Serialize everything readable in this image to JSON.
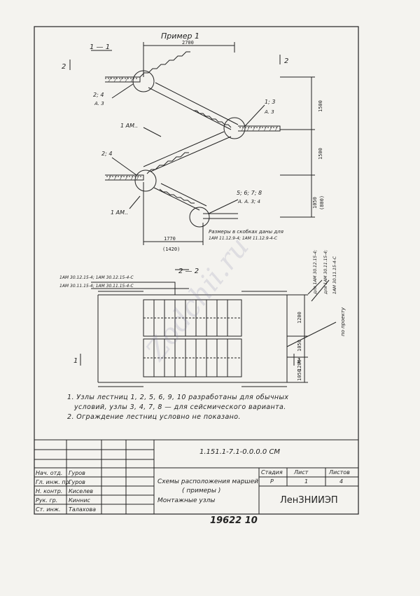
{
  "drawing": {
    "title": "Пример 1",
    "section_1": "1 — 1",
    "section_2": "2 — 2",
    "mark_2_left": "2",
    "mark_2_right": "2",
    "mark_1_left": "1",
    "mark_1_right": "1",
    "dim_top": "2700",
    "dim_1500_a": "1500",
    "dim_1500_b": "1500",
    "dim_1050": "1050",
    "dim_800": "(800)",
    "dim_1770": "1770",
    "dim_1420": "(1420)",
    "dim_1200_a": "1200",
    "dim_1050_b": "1050",
    "dim_1200_b": "1200",
    "dim_1050_c": "1050",
    "callout_2_4_top": "2; 4",
    "callout_a3_top": "А. 3",
    "callout_1_3": "1; 3",
    "callout_a3_right": "А. 3",
    "callout_2_4_mid": "2; 4",
    "callout_5678": "5; 6; 7; 8",
    "callout_a34": "А. А. 3; 4",
    "label_1am_a": "1 АМ..",
    "label_1am_b": "1 АМ..",
    "brackets_note_1": "Размеры в скобках даны для",
    "brackets_note_2": "1АМ 11.12.9-4; 1АМ 11.12.9-4-С",
    "mark_left_1": "1АМ 30.12.15-4;  1АМ 30.12.15-4-С",
    "mark_left_2": "1АМ 30.11.15-4;  1АМ 30.11.15-4-С",
    "vert_label_1": "для 1АМ 30.12.15-4;",
    "vert_label_2": "для 1АМ 30.11.15-4;",
    "vert_label_3": "1АМ 30.11.15-4-С",
    "vert_label_4": "по проекту"
  },
  "notes": {
    "n1a": "1. Узлы лестниц 1, 2, 5, 6, 9, 10 разработаны для обычных",
    "n1b": "условий, узлы 3, 4, 7, 8 — для сейсмического варианта.",
    "n2": "2. Ограждение лестниц условно не показано."
  },
  "stamp": {
    "code": "1.151.1-7.1-0.0.0.0 СМ",
    "rows": [
      {
        "role": "Нач. отд.",
        "name": "Гуров"
      },
      {
        "role": "Гл. инж. пр.",
        "name": "Гуров"
      },
      {
        "role": "Н. контр.",
        "name": "Киселев"
      },
      {
        "role": "Рук. гр.",
        "name": "Киннис"
      },
      {
        "role": "Ст. инж.",
        "name": "Талахова"
      }
    ],
    "title_1": "Схемы расположения маршей",
    "title_2": "( примеры )",
    "title_3": "Монтажные узлы",
    "stage_label": "Стадия",
    "sheet_label": "Лист",
    "sheets_label": "Листов",
    "stage": "Р",
    "sheet": "1",
    "sheets": "4",
    "org": "ЛенЗНИИЭП"
  },
  "bottom_number": "19622 10",
  "watermark": "Zodchii.ru"
}
